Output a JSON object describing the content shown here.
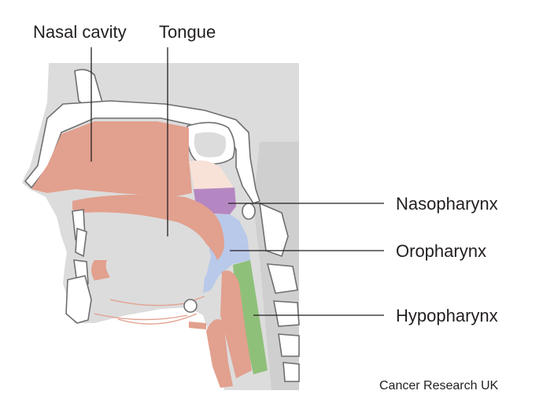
{
  "labels": {
    "nasal_cavity": "Nasal cavity",
    "tongue": "Tongue",
    "nasopharynx": "Nasopharynx",
    "oropharynx": "Oropharynx",
    "hypopharynx": "Hypopharynx"
  },
  "credit": "Cancer Research UK",
  "colors": {
    "background_tissue": "#dcdcdc",
    "soft_tissue": "#e2a08e",
    "bone_outline": "#6f6f6f",
    "nasopharynx_region": "#b487c2",
    "oropharynx_region": "#b8c9ea",
    "hypopharynx_region": "#8fc07a",
    "tonsil_region": "#f8e2d8",
    "label_text": "#231f20"
  }
}
